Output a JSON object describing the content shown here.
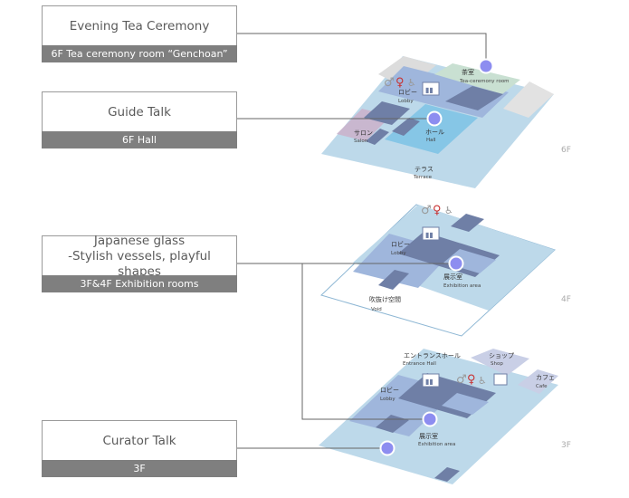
{
  "events": [
    {
      "title": "Evening Tea Ceremony",
      "location": "6F Tea ceremony room “Genchoan”"
    },
    {
      "title": "Guide Talk",
      "location": "6F Hall"
    },
    {
      "title_line1": "Japanese glass",
      "title_line2": "-Stylish vessels, playful shapes",
      "location": "3F&4F Exhibition rooms"
    },
    {
      "title": "Curator Talk",
      "location": "3F"
    }
  ],
  "floors": [
    {
      "label": "6F",
      "rooms": [
        {
          "jp": "茶室",
          "en": "Tea-ceremony room"
        },
        {
          "jp": "ロビー",
          "en": "Lobby"
        },
        {
          "jp": "ホール",
          "en": "Hall"
        },
        {
          "jp": "サロン",
          "en": "Salon"
        },
        {
          "jp": "テラス",
          "en": "Terrace"
        }
      ]
    },
    {
      "label": "4F",
      "rooms": [
        {
          "jp": "ロビー",
          "en": "Lobby"
        },
        {
          "jp": "展示室",
          "en": "Exhibition area"
        },
        {
          "jp": "吹抜け空間",
          "en": "Void"
        }
      ]
    },
    {
      "label": "3F",
      "rooms": [
        {
          "jp": "エントランスホール",
          "en": "Entrance Hall"
        },
        {
          "jp": "ショップ",
          "en": "Shop"
        },
        {
          "jp": "カフェ",
          "en": "Cafe"
        },
        {
          "jp": "ロビー",
          "en": "Lobby"
        },
        {
          "jp": "展示室",
          "en": "Exhibition area"
        }
      ]
    }
  ],
  "colors": {
    "card_border": "#9a9a9a",
    "card_footer": "#7f7f7f",
    "marker": "#8d8df0",
    "floor_light": "#bdd9ea",
    "floor_mid": "#9fb6dc",
    "floor_dark": "#6f7fa6",
    "floor_gray": "#dcdcdc",
    "hall": "#86c6e6",
    "tea_room": "#c9e0d2",
    "salon": "#c9b7cf",
    "shop": "#c9cfe6",
    "leader_line": "#666666"
  },
  "icons": [
    "restroom-male-icon",
    "restroom-female-icon",
    "accessible-icon",
    "elevator-icon",
    "atm-icon"
  ]
}
